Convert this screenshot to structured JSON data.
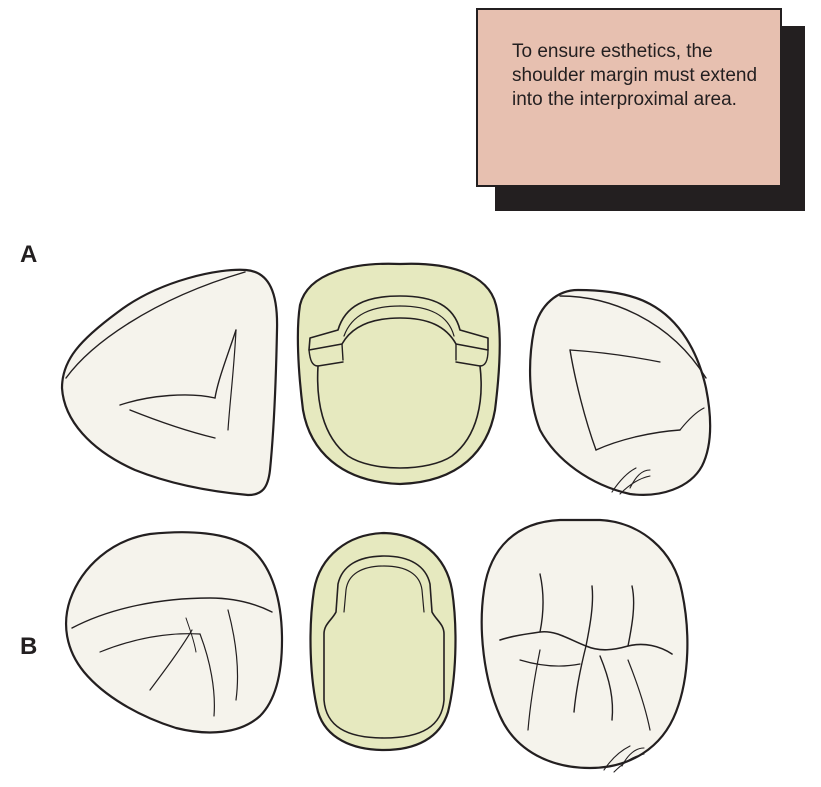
{
  "callout": {
    "text": "To ensure esthetics, the shoulder margin must extend into the interproximal area.",
    "background_color": "#e7c0b0",
    "shadow_color": "#231f20"
  },
  "rows": [
    {
      "label": "A"
    },
    {
      "label": "B"
    }
  ],
  "colors": {
    "tooth_fill": "#f5f3ec",
    "preparation_fill": "#e6e9bf",
    "outline": "#231f20"
  }
}
